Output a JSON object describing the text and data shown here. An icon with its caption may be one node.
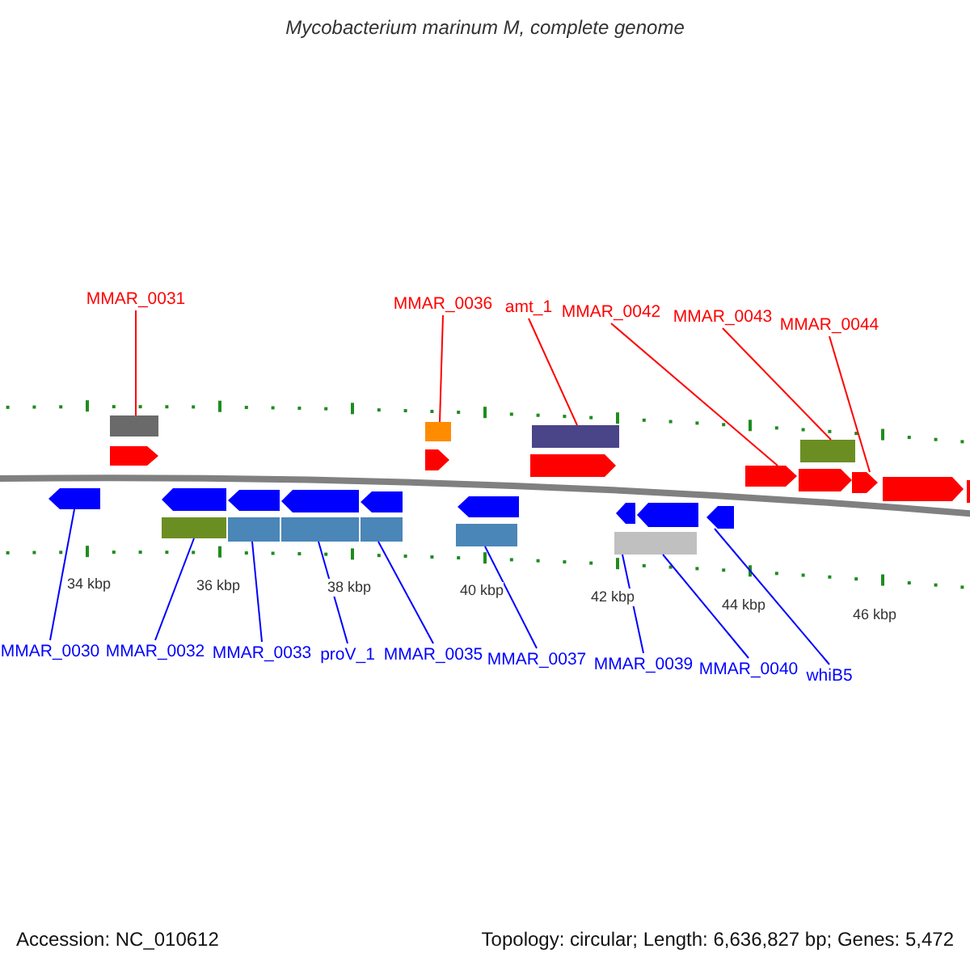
{
  "diagram": {
    "title": "Mycobacterium marinum M, complete genome",
    "nodes": [
      {
        "text": [
          "MMAR_0031"
        ]
      },
      {
        "text": [
          "MMAR_0036"
        ]
      },
      {
        "text": [
          "amt_1"
        ]
      },
      {
        "text": [
          "MMAR_0042"
        ]
      },
      {
        "text": [
          "MMAR_0043"
        ]
      },
      {
        "text": [
          "MMAR_0044"
        ]
      },
      {
        "text": [
          "MMAR_0030"
        ]
      },
      {
        "text": [
          "MMAR_0032"
        ]
      },
      {
        "text": [
          "MMAR_0033"
        ]
      },
      {
        "text": [
          "proV_1"
        ]
      },
      {
        "text": [
          "MMAR_0035"
        ]
      },
      {
        "text": [
          "MMAR_0037"
        ]
      },
      {
        "text": [
          "MMAR_0039"
        ]
      },
      {
        "text": [
          "MMAR_0040"
        ]
      },
      {
        "text": [
          "whiB5"
        ]
      },
      {
        "text": [],
        "shape": "bar"
      },
      {
        "text": [],
        "shape": "bar"
      },
      {
        "text": [],
        "shape": "bar"
      },
      {
        "text": [],
        "shape": "pentagon"
      },
      {
        "text": [],
        "shape": "bar"
      },
      {
        "text": [],
        "shape": "pentagon"
      },
      {
        "text": [],
        "shape": "pentagon"
      },
      {
        "text": [],
        "shape": "bar"
      },
      {
        "text": [],
        "shape": "bar"
      },
      {
        "text": [],
        "shape": "bar"
      },
      {
        "text": [],
        "shape": "bar"
      },
      {
        "text": [],
        "shape": "bar"
      },
      {
        "text": [],
        "shape": "bar"
      },
      {
        "text": [],
        "shape": "pentagon"
      }
    ],
    "edges": [
      {
        "from": 0,
        "to": 15,
        "arrow": "none",
        "color": "#ff0000"
      },
      {
        "from": 1,
        "to": 16,
        "arrow": "none",
        "color": "#ff0000"
      },
      {
        "from": 2,
        "to": 17,
        "arrow": "none",
        "color": "#ff0000"
      },
      {
        "from": 3,
        "to": 18,
        "arrow": "none",
        "color": "#ff0000"
      },
      {
        "from": 4,
        "to": 19,
        "arrow": "none",
        "color": "#ff0000"
      },
      {
        "from": 5,
        "to": 20,
        "arrow": "none",
        "color": "#ff0000"
      },
      {
        "from": 6,
        "to": 21,
        "arrow": "none"
      },
      {
        "from": 7,
        "to": 22,
        "arrow": "none"
      },
      {
        "from": 8,
        "to": 23,
        "arrow": "none"
      },
      {
        "from": 9,
        "to": 24,
        "arrow": "none"
      },
      {
        "from": 10,
        "to": 25,
        "arrow": "none"
      },
      {
        "from": 11,
        "to": 26,
        "arrow": "none"
      },
      {
        "from": 12,
        "to": 27,
        "arrow": "none"
      },
      {
        "from": 13,
        "to": 27,
        "arrow": "none"
      },
      {
        "from": 14,
        "to": 28,
        "arrow": "none"
      }
    ],
    "labels": [
      "34 kbp",
      "36 kbp",
      "38 kbp",
      "40 kbp",
      "42 kbp",
      "44 kbp",
      "46 kbp",
      "Accession: NC_010612",
      "Topology: circular; Length: 6,636,827 bp; Genes: 5,472"
    ]
  }
}
